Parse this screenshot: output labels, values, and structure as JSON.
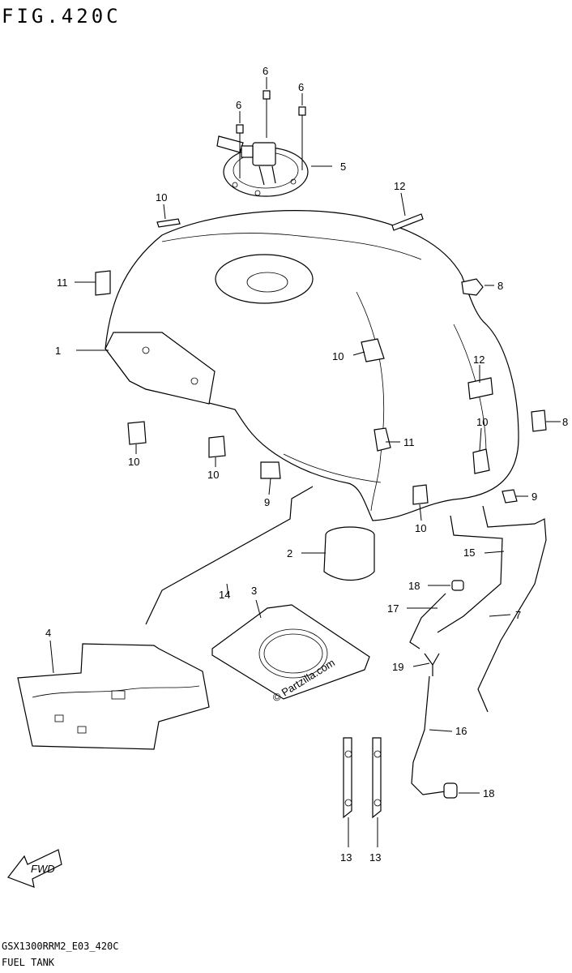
{
  "header": {
    "title": "FIG.420C"
  },
  "footer": {
    "code": "GSX1300RRM2_E03_420C",
    "name": "FUEL TANK"
  },
  "watermark": "© Partzilla.com",
  "direction_arrow": {
    "label": "FWD"
  },
  "callouts": {
    "c1": "1",
    "c2": "2",
    "c3": "3",
    "c4": "4",
    "c5": "5",
    "c6a": "6",
    "c6b": "6",
    "c6c": "6",
    "c7": "7",
    "c8a": "8",
    "c8b": "8",
    "c9a": "9",
    "c9b": "9",
    "c10a": "10",
    "c10b": "10",
    "c10c": "10",
    "c10d": "10",
    "c10e": "10",
    "c10f": "10",
    "c11a": "11",
    "c11b": "11",
    "c12a": "12",
    "c12b": "12",
    "c13a": "13",
    "c13b": "13",
    "c14": "14",
    "c15": "15",
    "c16": "16",
    "c17": "17",
    "c18a": "18",
    "c18b": "18",
    "c19": "19"
  }
}
